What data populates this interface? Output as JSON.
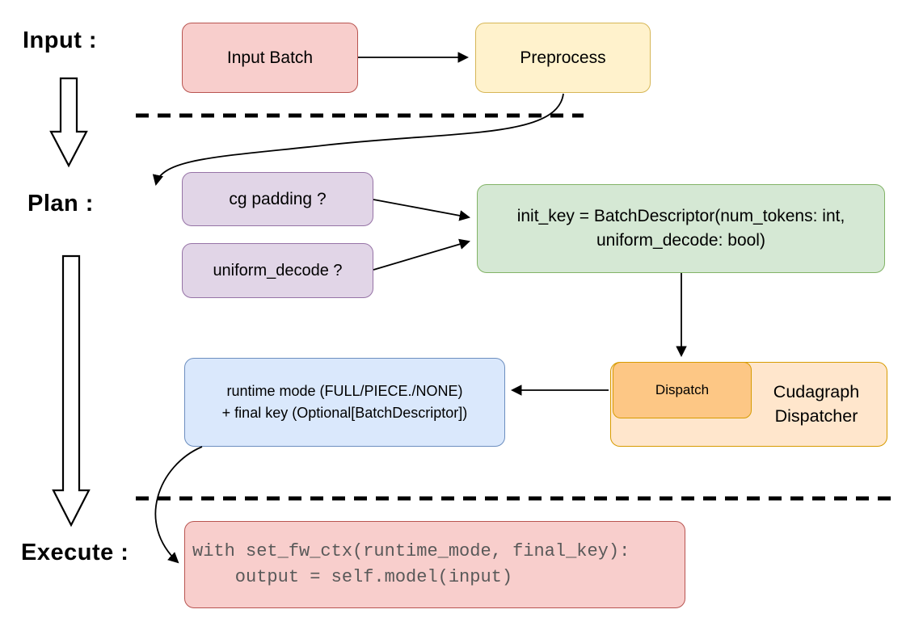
{
  "stages": {
    "input": "Input :",
    "plan": "Plan :",
    "execute": "Execute :"
  },
  "nodes": {
    "input_batch": "Input Batch",
    "preprocess": "Preprocess",
    "cg_padding": "cg padding ?",
    "uniform_decode": "uniform_decode ?",
    "init_key": "init_key = BatchDescriptor(num_tokens: int,\nuniform_decode: bool)",
    "dispatch": "Dispatch",
    "cudagraph_dispatcher": "Cudagraph\nDispatcher",
    "runtime_result": "runtime mode (FULL/PIECE./NONE)\n+ final key (Optional[BatchDescriptor])",
    "execute_code": "with set_fw_ctx(runtime_mode, final_key):\n    output = self.model(input)"
  },
  "colors": {
    "input_batch_fill": "#f8cecc",
    "input_batch_border": "#b85450",
    "preprocess_fill": "#fff2cc",
    "preprocess_border": "#d6b656",
    "plan_condition_fill": "#e1d5e7",
    "plan_condition_border": "#9673a6",
    "init_key_fill": "#d5e8d4",
    "init_key_border": "#82b366",
    "dispatcher_fill": "#ffe6cc",
    "dispatch_fill": "#fdc785",
    "dispatcher_border": "#d79b00",
    "runtime_fill": "#dae8fc",
    "runtime_border": "#6c8ebf",
    "code_fill": "#f8cecc",
    "code_border": "#b85450",
    "code_text": "#595959",
    "connector": "#000000"
  }
}
